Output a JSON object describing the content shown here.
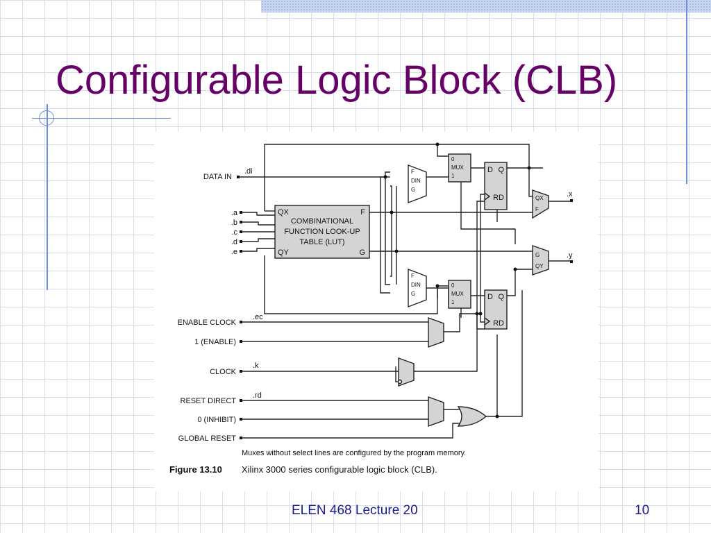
{
  "slide": {
    "title": "Configurable Logic Block (CLB)",
    "footer": "ELEN 468 Lecture 20",
    "page_number": "10"
  },
  "diagram": {
    "inputs": {
      "data_in": "DATA IN",
      "enable_clock": "ENABLE CLOCK",
      "enable_one": "1 (ENABLE)",
      "clock": "CLOCK",
      "reset_direct": "RESET DIRECT",
      "inhibit_zero": "0 (INHIBIT)",
      "global_reset": "GLOBAL RESET"
    },
    "signals": {
      "di": ".di",
      "a": ".a",
      "b": ".b",
      "c": ".c",
      "d": ".d",
      "e": ".e",
      "ec": ".ec",
      "k": ".k",
      "rd": ".rd",
      "x": ".x",
      "y": ".y"
    },
    "lut": {
      "qx": "QX",
      "f": "F",
      "qy": "QY",
      "g": "G",
      "line1": "COMBINATIONAL",
      "line2": "FUNCTION LOOK-UP",
      "line3": "TABLE (LUT)"
    },
    "mux3": {
      "top": "F",
      "mid": "DIN",
      "bot": "G"
    },
    "mux2": {
      "zero": "0",
      "label": "MUX",
      "one": "1"
    },
    "flipflop": {
      "d": "D",
      "q": "Q",
      "rd": "RD"
    },
    "out_mux_x": {
      "top": "QX",
      "bot": "F"
    },
    "out_mux_y": {
      "top": "G",
      "bot": "QY"
    },
    "note": "Muxes without select lines are configured by the program memory.",
    "figure_number": "Figure 13.10",
    "caption": "Xilinx 3000 series configurable logic block (CLB)."
  }
}
